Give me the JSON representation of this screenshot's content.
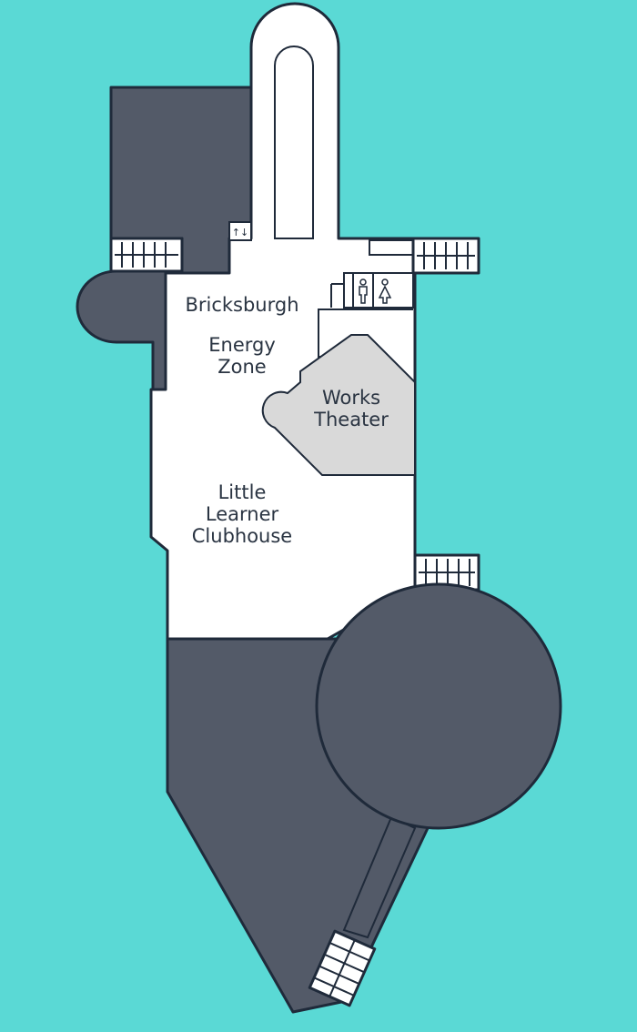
{
  "colors": {
    "water": "#5AD9D5",
    "floor": "#FFFFFF",
    "dark_zone": "#535A68",
    "theater": "#D9D9D9",
    "outline": "#1F2A3A",
    "text": "#2A3442"
  },
  "icons": {
    "elevator": "elevator-icon",
    "restroom_male": "restroom-male-icon",
    "restroom_female": "restroom-female-icon",
    "stairs": "stairs-icon"
  },
  "areas": {
    "bricksburgh": {
      "label": "Bricksburgh"
    },
    "energy_zone": {
      "line1": "Energy",
      "line2": "Zone"
    },
    "works_theater": {
      "line1": "Works",
      "line2": "Theater"
    },
    "little_learner": {
      "line1": "Little",
      "line2": "Learner",
      "line3": "Clubhouse"
    }
  }
}
